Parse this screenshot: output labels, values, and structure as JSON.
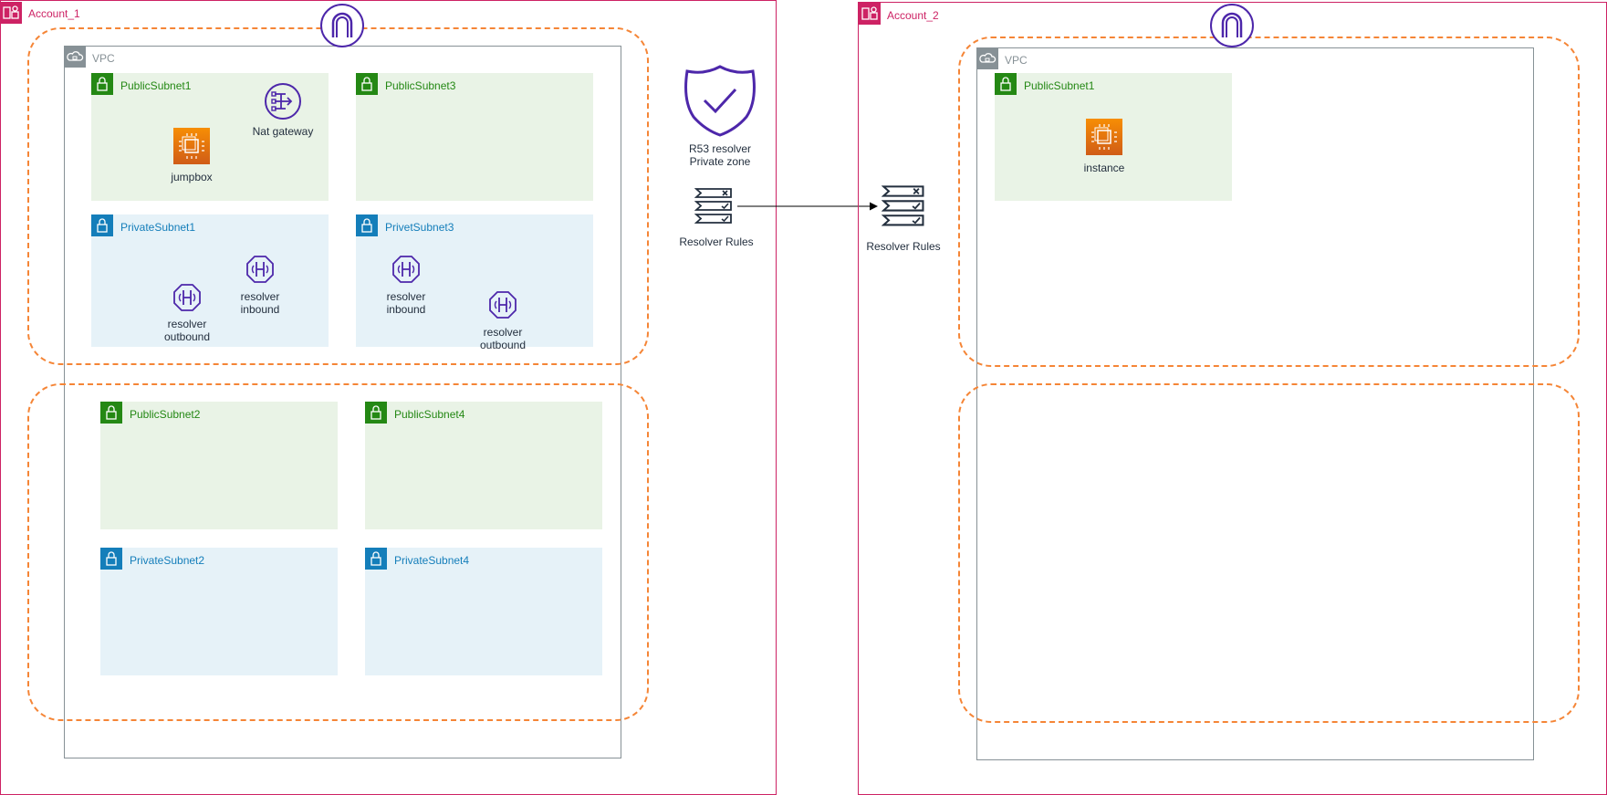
{
  "accounts": [
    {
      "label": "Account_1",
      "vpc": {
        "label": "VPC",
        "subnets": [
          {
            "label": "PublicSubnet1",
            "type": "public"
          },
          {
            "label": "PublicSubnet3",
            "type": "public"
          },
          {
            "label": "PrivateSubnet1",
            "type": "private"
          },
          {
            "label": "PrivetSubnet3",
            "type": "private"
          },
          {
            "label": "PublicSubnet2",
            "type": "public"
          },
          {
            "label": "PublicSubnet4",
            "type": "public"
          },
          {
            "label": "PrivateSubnet2",
            "type": "private"
          },
          {
            "label": "PrivateSubnet4",
            "type": "private"
          }
        ]
      },
      "resources": {
        "jumpbox": "jumpbox",
        "nat_gateway": "Nat gateway",
        "resolver_outbound_1": "resolver\noutbound",
        "resolver_inbound_1": "resolver\ninbound",
        "resolver_inbound_3": "resolver\ninbound",
        "resolver_outbound_3": "resolver\noutbound"
      }
    },
    {
      "label": "Account_2",
      "vpc": {
        "label": "VPC",
        "subnets": [
          {
            "label": "PublicSubnet1",
            "type": "public"
          }
        ]
      },
      "resources": {
        "instance": "instance"
      }
    }
  ],
  "shared": {
    "r53_label": "R53 resolver\nPrivate zone",
    "resolver_rules_source": "Resolver Rules",
    "resolver_rules_target": "Resolver Rules"
  },
  "colors": {
    "account_border": "#cd2264",
    "vpc_border": "#879196",
    "public_subnet_fill": "#e9f3e6",
    "private_subnet_fill": "#e6f2f8",
    "public_accent": "#248814",
    "private_accent": "#147eba",
    "az_dash": "#f58536",
    "resolver_purple": "#4d27aa",
    "ec2_orange": "#ed7100"
  },
  "icons": [
    "account-icon",
    "vpc-cloud-icon",
    "subnet-lock-icon",
    "ec2-instance-icon",
    "nat-gateway-icon",
    "resolver-endpoint-icon",
    "internet-gateway-icon",
    "r53-shield-icon",
    "resolver-rules-icon"
  ]
}
